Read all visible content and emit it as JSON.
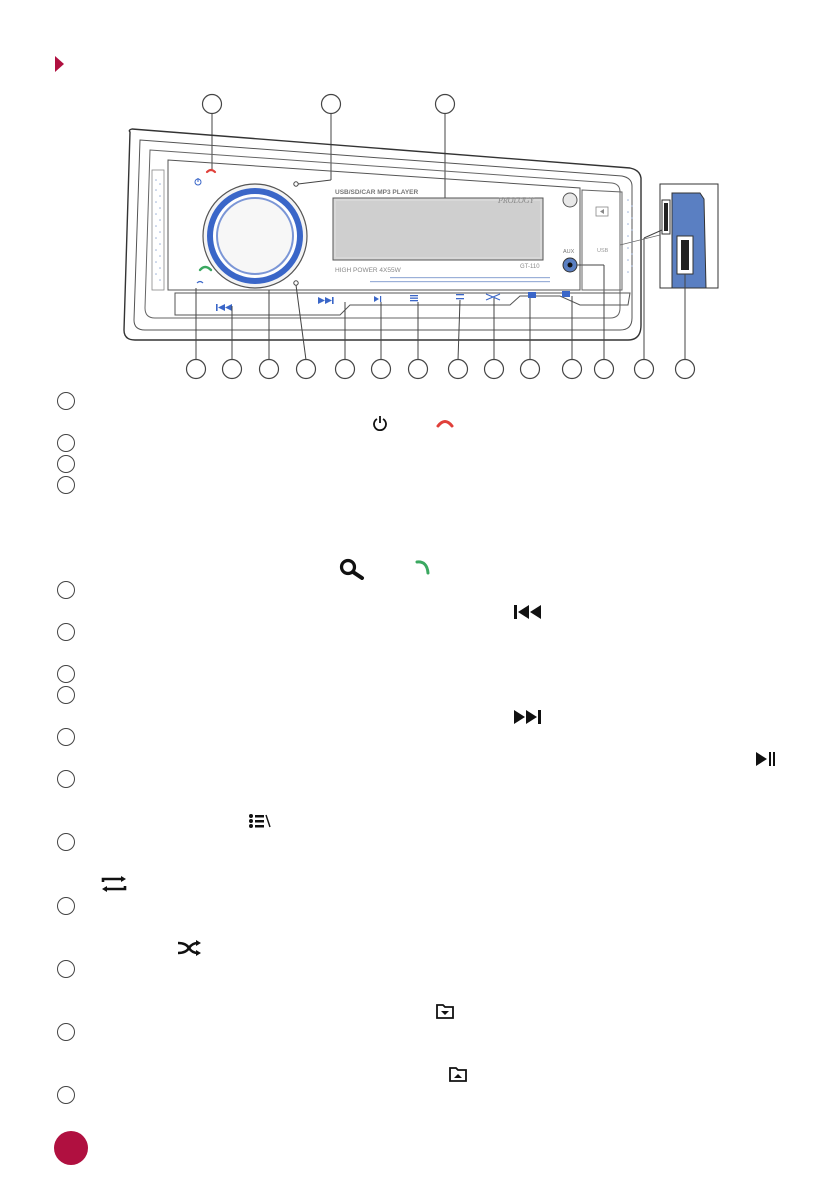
{
  "device": {
    "brand": "PROLOGY",
    "model_line": "USB/SD/CAR MP3 PLAYER",
    "power_line": "HIGH POWER 4X55W",
    "model": "GT-110",
    "aux_label": "AUX",
    "usb_label": "USB"
  },
  "colors": {
    "accent": "#b01040",
    "knob_ring": "#3a66c8",
    "phone_red": "#e0403a",
    "phone_green": "#3aa860",
    "usb_panel": "#5a7fc2"
  }
}
